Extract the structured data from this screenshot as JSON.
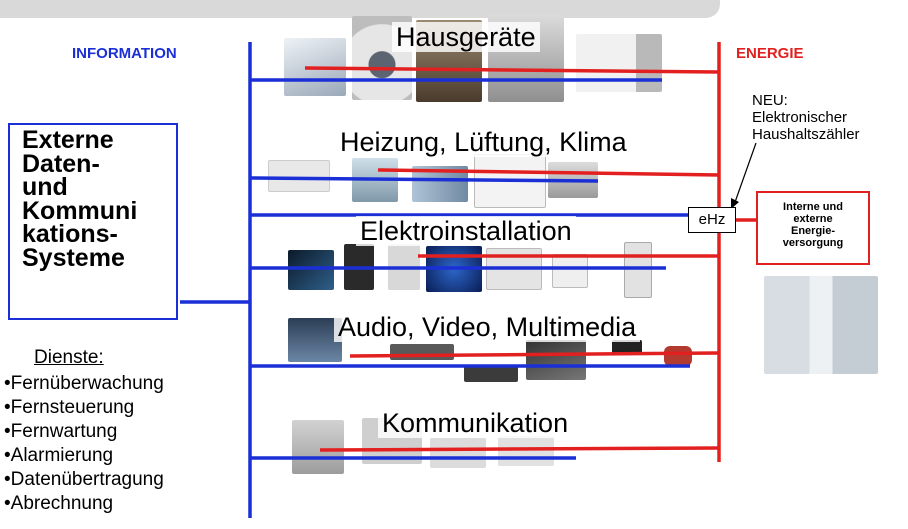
{
  "header": {
    "information_label": "INFORMATION",
    "energie_label": "ENERGIE"
  },
  "categories": [
    {
      "label": "Hausgeräte"
    },
    {
      "label": "Heizung, Lüftung, Klima"
    },
    {
      "label": "Elektroinstallation"
    },
    {
      "label": "Audio, Video, Multimedia"
    },
    {
      "label": "Kommunikation"
    }
  ],
  "external_systems": {
    "text": "Externe\nDaten-\nund\nKommuni\nkations-\nSysteme"
  },
  "dienste": {
    "title": "Dienste:",
    "items": [
      "•Fernüberwachung",
      "•Fernsteuerung",
      "•Fernwartung",
      "•Alarmierung",
      "•Datenübertragung",
      "•Abrechnung"
    ]
  },
  "meter": {
    "note": "NEU:\nElektronischer\nHaushaltszähler",
    "label": "eHz"
  },
  "energy_supply": {
    "text": "Interne und\nexterne\nEnergie-\nversorgung"
  },
  "colors": {
    "information": "#1a2fd6",
    "energie": "#e32020",
    "header_bar": "#d9d9d9"
  },
  "icons": [
    "appliance-photo",
    "hvac-photo",
    "electrical-photo",
    "multimedia-photo",
    "communication-photo",
    "meter-cabinet-photo"
  ]
}
